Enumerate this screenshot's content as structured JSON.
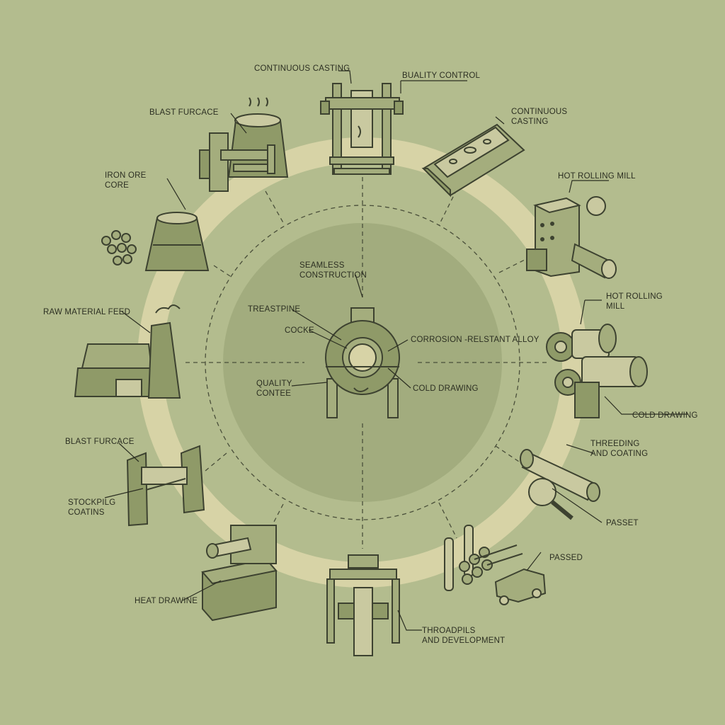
{
  "colors": {
    "background": "#b3bc8e",
    "ring": "#d7d3a6",
    "inner_disc": "#a2ac7e",
    "ink": "#3d4230"
  },
  "center": {
    "seamless": [
      "SEAMLESS",
      "CONSTRUCTION"
    ],
    "treastpine": "TREASTPINE",
    "cocke": "COCKE",
    "corrosion": "CORROSION -RELSTANT ALLOY",
    "quality": [
      "QUALITY",
      "CONTEE"
    ],
    "cold_drawing": "COLD DRAWING"
  },
  "stages": {
    "continuous_casting_top": "CONTINUOUS CASTING",
    "quality_control": "BUALITY CONTROL",
    "continuous_casting_right": [
      "CONTINUOUS",
      "CASTING"
    ],
    "hot_rolling_mill_1": "HOT ROLLING MILL",
    "hot_rolling_mill_2": [
      "HOT ROLLING",
      "MILL"
    ],
    "cold_drawing": "COLD DRAWING",
    "threeding_coating": [
      "THREEDING",
      "AND COATING"
    ],
    "passet": "PASSET",
    "passed": "PASSED",
    "throadpils": [
      "THROADPILS",
      "AND DEVELOPMENT"
    ],
    "heat_drawine": "HEAT DRAWINE",
    "blast_furcace_left": "BLAST FURCACE",
    "stockpilg": [
      "STOCKPILG",
      "COATINS"
    ],
    "raw_material_feed": "RAW MATERIAL FEED",
    "iron_ore_core": [
      "IRON ORE",
      "CORE"
    ],
    "blast_furcace_top": "BLAST FURCACE"
  }
}
